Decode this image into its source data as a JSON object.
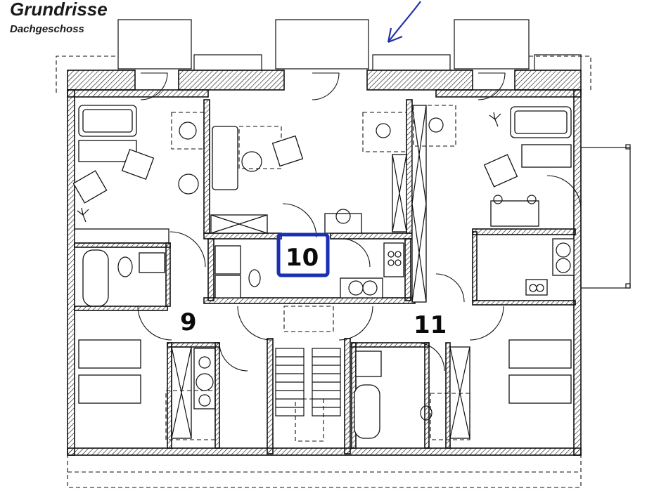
{
  "header": {
    "title": "Grundrisse",
    "subtitle": "Dachgeschoss"
  },
  "units": {
    "left": "9",
    "center": "10",
    "right": "11"
  },
  "colors": {
    "highlight": "#1b2fb3",
    "annotation_arrow": "#2233aa",
    "lines": "#111111"
  },
  "icons": {
    "arrow": "arrow-annotation-icon",
    "stairs": "staircase-icon",
    "plant": "plant-icon"
  }
}
